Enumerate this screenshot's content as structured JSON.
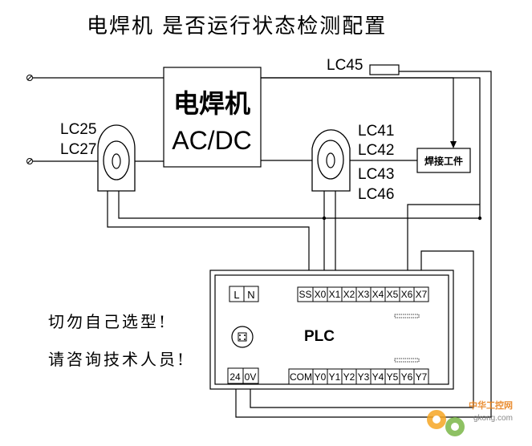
{
  "title": "电焊机 是否运行状态检测配置",
  "welder": {
    "line1": "电焊机",
    "line2": "AC/DC"
  },
  "workpiece": "焊接工件",
  "sensors": {
    "left_a": "LC25",
    "left_b": "LC27",
    "right_a": "LC41",
    "right_b": "LC42",
    "right_c": "LC43",
    "right_d": "LC46",
    "top": "LC45"
  },
  "plc": {
    "label": "PLC",
    "power_terminals": [
      "L",
      "N"
    ],
    "dc_terminals": [
      "24",
      "0V"
    ],
    "inputs": [
      "SS",
      "X0",
      "X1",
      "X2",
      "X3",
      "X4",
      "X5",
      "X6",
      "X7"
    ],
    "outputs": [
      "COM",
      "Y0",
      "Y1",
      "Y2",
      "Y3",
      "Y4",
      "Y5",
      "Y6",
      "Y7"
    ]
  },
  "notes": [
    "切勿自己选型!",
    "请咨询技术人员!"
  ],
  "watermark": {
    "brand": "中华工控网",
    "url": "gkong.com"
  }
}
